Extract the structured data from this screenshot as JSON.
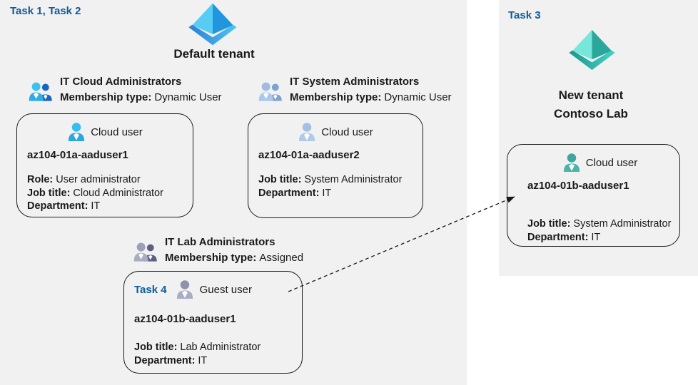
{
  "colors": {
    "page_background": "#ffffff",
    "panel_background": "#f1f1f1",
    "task_label_blue": "#0f5a9c",
    "text": "#1a1a1a",
    "card_border": "#1a1a1a",
    "arrow": "#1a1a1a",
    "azure_ad_icon_blue": {
      "face_light": "#58cdf4",
      "face_dark": "#2196df",
      "base_gradient_left": "#2b7fd2",
      "base_gradient_right": "#4fc5f4"
    },
    "azure_ad_icon_teal": {
      "face_light": "#77e6db",
      "face_dark": "#2aa79a",
      "base_gradient_left": "#1f958a",
      "base_gradient_right": "#45d2c5"
    },
    "cloud_user_icon_bright": {
      "head": "#35bdee",
      "body": "#2ba6e0"
    },
    "cloud_user_icon_steel": {
      "head": "#a3bfe3",
      "body": "#afcaeb"
    },
    "guest_user_icon_gray": {
      "head": "#8f93ab",
      "body": "#a9adc3"
    },
    "cloud_user_icon_teal": {
      "head": "#3fa59d",
      "body": "#4db3a9"
    },
    "group_icon_blue": {
      "front": "#2face6",
      "front_head": "#3dc2f0",
      "back": "#1667c1"
    },
    "group_icon_steel": {
      "front": "#abc8ea",
      "front_head": "#9fbce0",
      "back": "#7fa2cf"
    },
    "group_icon_gray": {
      "front": "#a9adc3",
      "front_head": "#9b9fb8",
      "back": "#5c6080"
    }
  },
  "left_panel": {
    "task_label": "Task 1, Task 2",
    "tenant_icon": "azure-ad-icon-blue",
    "tenant_name": "Default tenant",
    "groups": [
      {
        "icon": "group-icon-blue",
        "name": "IT Cloud Administrators",
        "membership_label": "Membership type:",
        "membership_value": "Dynamic User",
        "card": {
          "user_icon": "cloud-user-icon-bright",
          "user_type": "Cloud user",
          "username": "az104-01a-aaduser1",
          "fields": [
            {
              "label": "Role:",
              "value": "User administrator"
            },
            {
              "label": "Job title:",
              "value": "Cloud Administrator"
            },
            {
              "label": "Department:",
              "value": "IT"
            }
          ]
        }
      },
      {
        "icon": "group-icon-steel",
        "name": "IT System Administrators",
        "membership_label": "Membership type:",
        "membership_value": "Dynamic User",
        "card": {
          "user_icon": "cloud-user-icon-steel",
          "user_type": "Cloud user",
          "username": "az104-01a-aaduser2",
          "fields": [
            {
              "label": "Job title:",
              "value": "System Administrator"
            },
            {
              "label": "Department:",
              "value": "IT"
            }
          ]
        }
      },
      {
        "icon": "group-icon-gray",
        "name": "IT Lab Administrators",
        "membership_label": "Membership type:",
        "membership_value": "Assigned",
        "card": {
          "task_label": "Task 4",
          "user_icon": "guest-user-icon-gray",
          "user_type": "Guest user",
          "username": "az104-01b-aaduser1",
          "fields": [
            {
              "label": "Job title:",
              "value": "Lab Administrator"
            },
            {
              "label": "Department:",
              "value": "IT"
            }
          ]
        }
      }
    ]
  },
  "right_panel": {
    "task_label": "Task 3",
    "tenant_icon": "azure-ad-icon-teal",
    "tenant_name_line1": "New tenant",
    "tenant_name_line2": "Contoso Lab",
    "card": {
      "user_icon": "cloud-user-icon-teal",
      "user_type": "Cloud user",
      "username": "az104-01b-aaduser1",
      "fields": [
        {
          "label": "Job title:",
          "value": "System Administrator"
        },
        {
          "label": "Department:",
          "value": "IT"
        }
      ]
    }
  },
  "arrow": {
    "style": "dashed",
    "from": "guest-user-card",
    "to": "new-tenant-user-card"
  }
}
